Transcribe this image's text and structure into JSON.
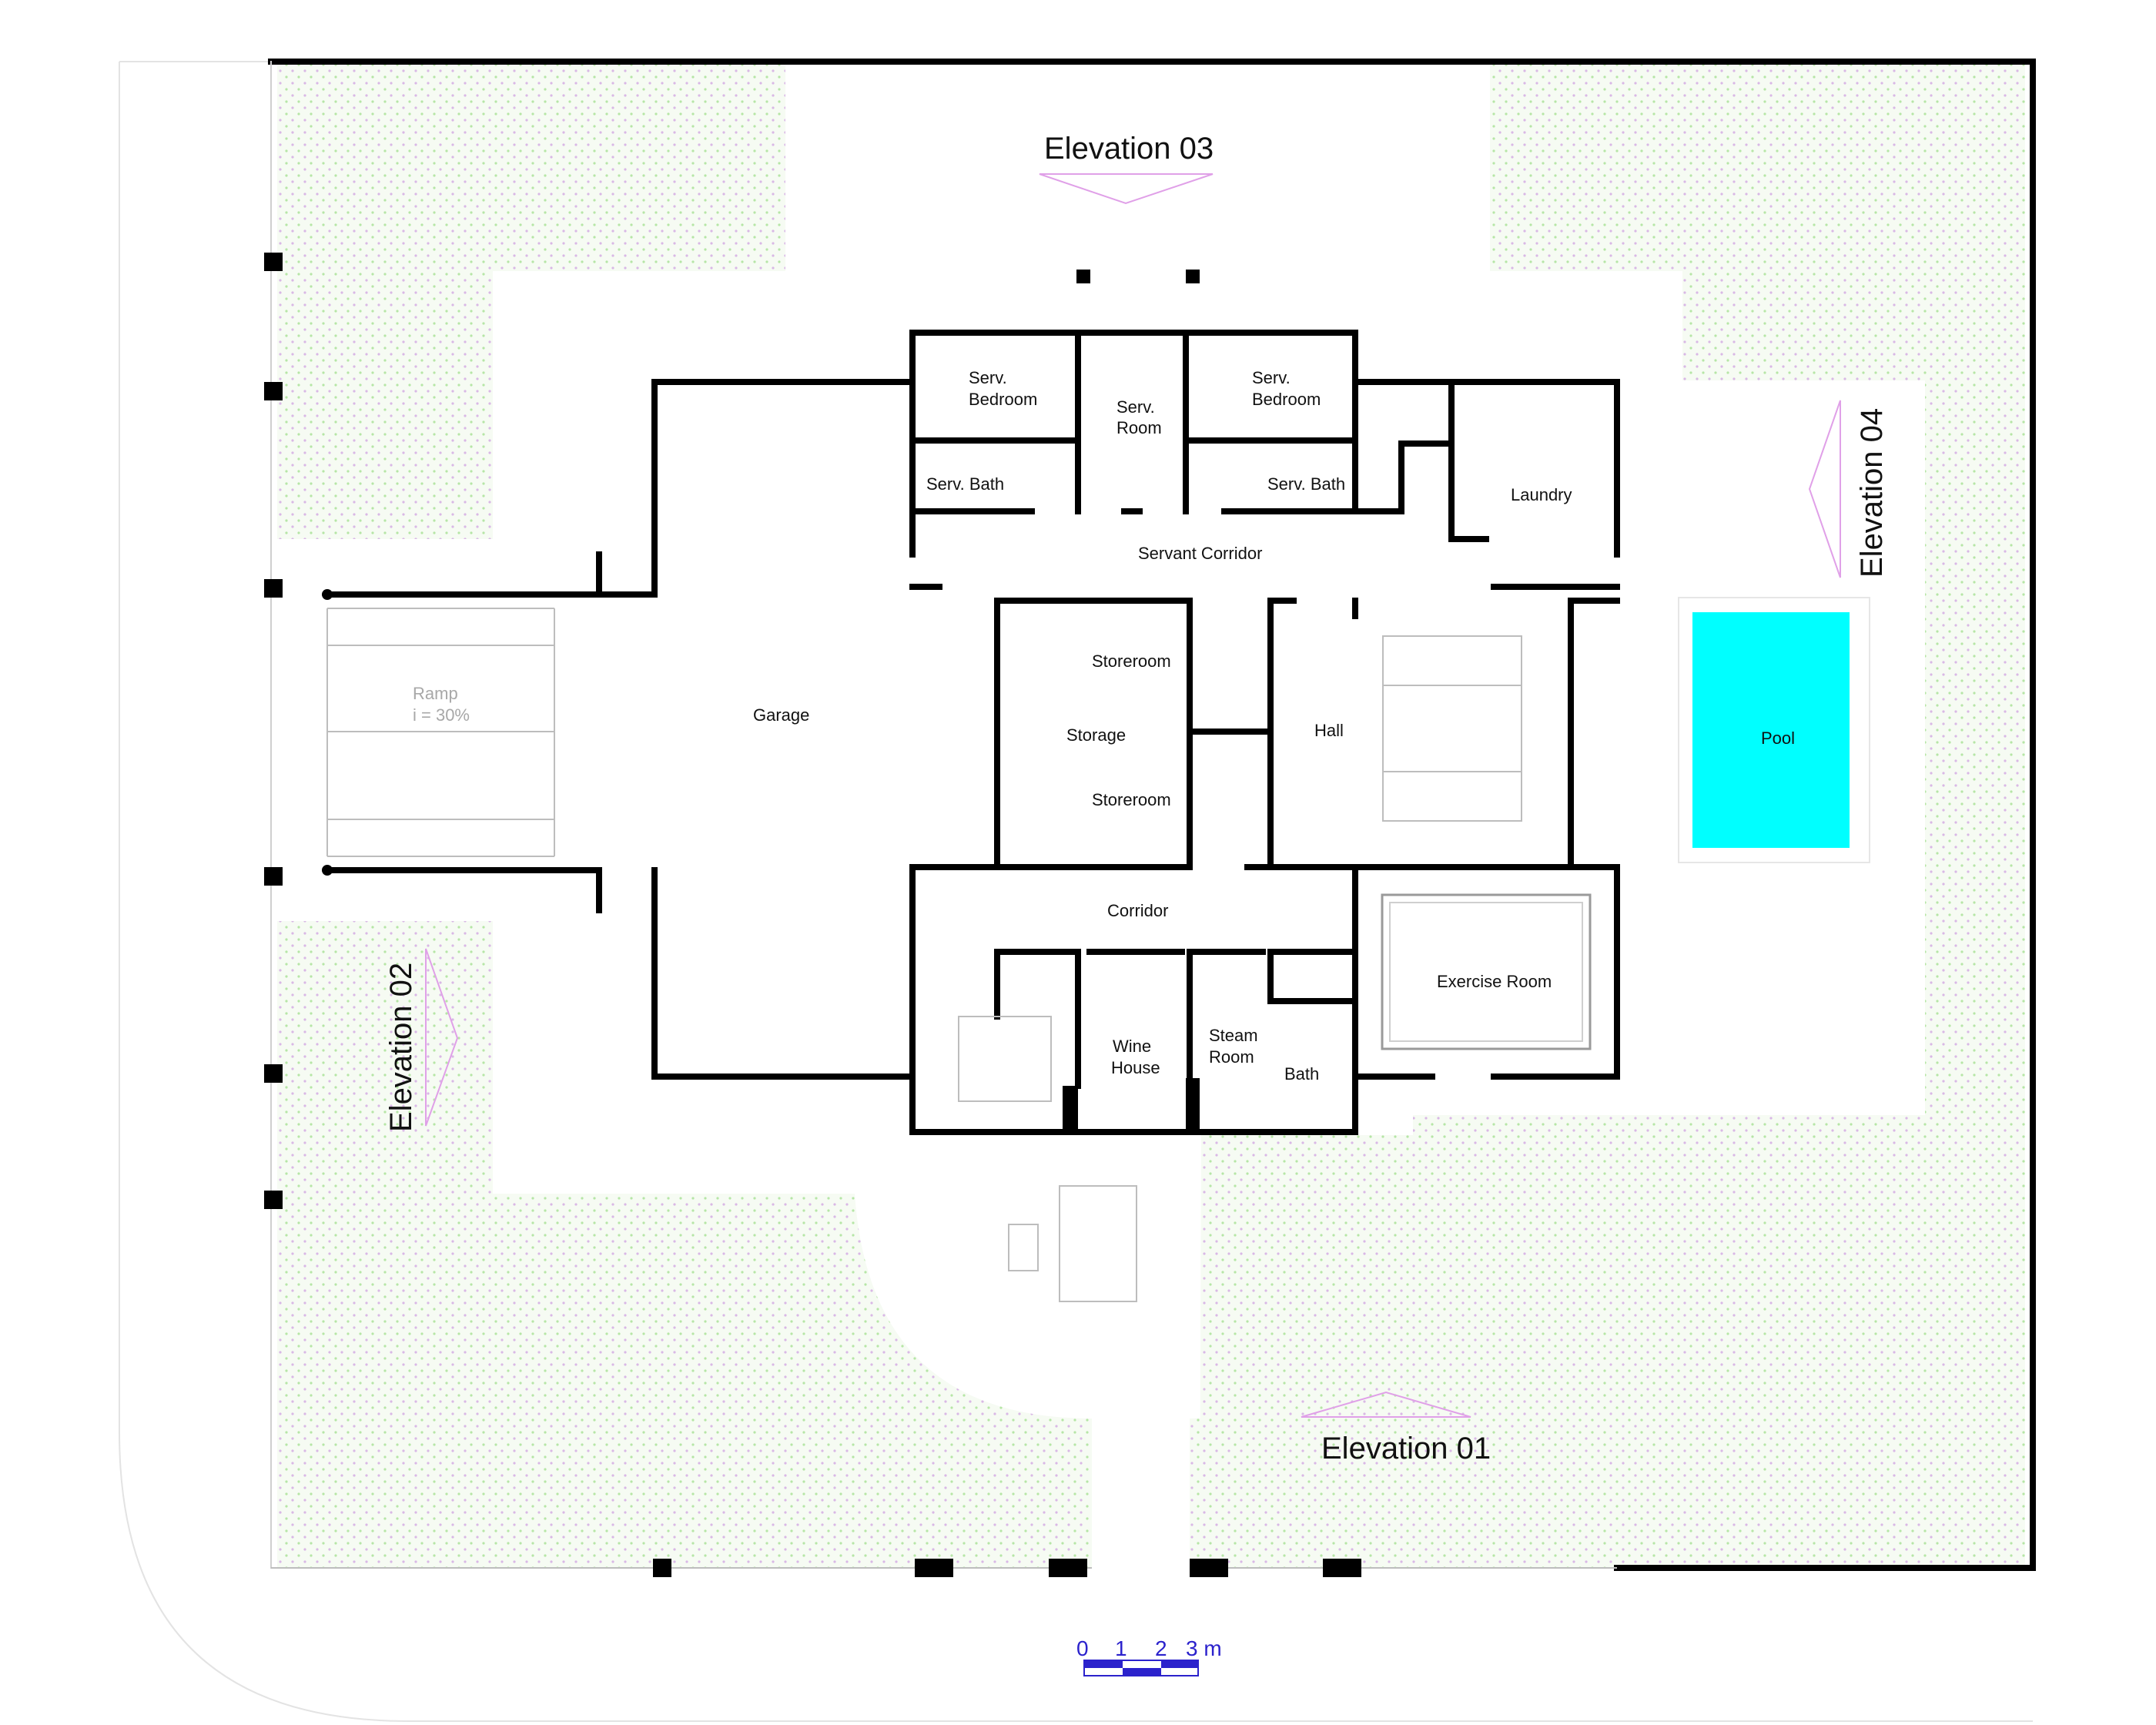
{
  "plan": {
    "rooms": {
      "serv_bedroom_left": [
        "Serv.",
        "Bedroom"
      ],
      "serv_room": [
        "Serv.",
        "Room"
      ],
      "serv_bedroom_right": [
        "Serv.",
        "Bedroom"
      ],
      "serv_bath_left": "Serv. Bath",
      "serv_bath_right": "Serv. Bath",
      "laundry": "Laundry",
      "servant_corridor": "Servant Corridor",
      "garage": "Garage",
      "storeroom_top": "Storeroom",
      "storage": "Storage",
      "storeroom_bottom": "Storeroom",
      "hall": "Hall",
      "pool": "Pool",
      "corridor": "Corridor",
      "exercise_room": "Exercise Room",
      "wine_house": [
        "Wine",
        "House"
      ],
      "steam_room": [
        "Steam",
        "Room"
      ],
      "bath": "Bath"
    },
    "ramp": {
      "label": "Ramp",
      "slope": "i = 30%"
    },
    "elevations": {
      "e01": "Elevation 01",
      "e02": "Elevation 02",
      "e03": "Elevation 03",
      "e04": "Elevation 04"
    },
    "scale_bar": {
      "ticks": [
        "0",
        "1",
        "2",
        "3 m"
      ]
    },
    "colors": {
      "wall": "#000000",
      "pool": "#00ffff",
      "garden_dot": "#b6e6a6",
      "elevation_marker": "#e0a0e8",
      "scale_bar": "#2b22cc"
    }
  }
}
